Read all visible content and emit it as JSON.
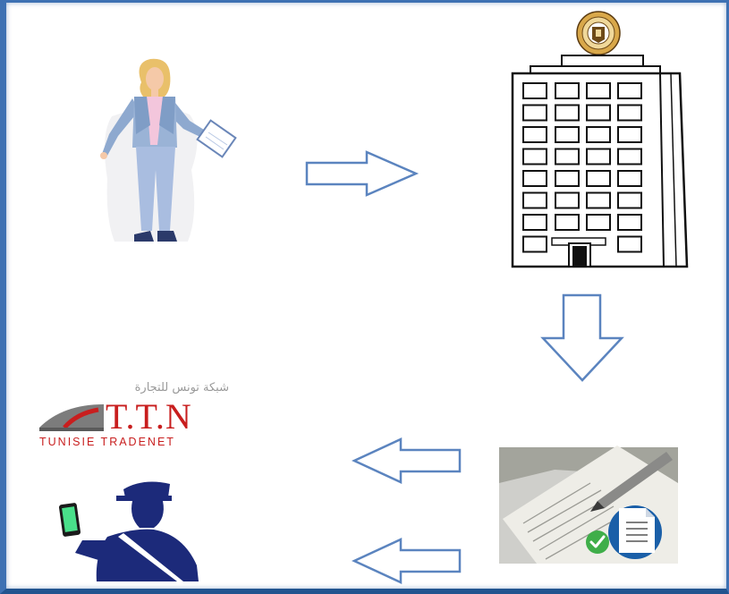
{
  "diagram": {
    "ttn_logo": {
      "arabic": "شبكة تونس للتجارة",
      "main": "T.T.N",
      "sub": "TUNISIE TRADENET"
    },
    "nodes": [
      {
        "id": "businesswoman",
        "icon": "businesswoman-with-document-icon"
      },
      {
        "id": "government-building",
        "icon": "office-building-with-seal-icon"
      },
      {
        "id": "signed-document",
        "icon": "signing-contract-approved-icon"
      },
      {
        "id": "ttn",
        "icon": "ttn-logo"
      },
      {
        "id": "customs-officer",
        "icon": "customs-officer-with-phone-icon"
      }
    ],
    "arrows": [
      {
        "from": "businesswoman",
        "to": "government-building",
        "direction": "right"
      },
      {
        "from": "government-building",
        "to": "signed-document",
        "direction": "down"
      },
      {
        "from": "signed-document",
        "to": "ttn",
        "direction": "left"
      },
      {
        "from": "signed-document",
        "to": "customs-officer",
        "direction": "left"
      }
    ],
    "colors": {
      "frame": "#3e71b3",
      "arrow_stroke": "#5b84bf",
      "ttn_red": "#c81e1e",
      "officer_navy": "#1c2a7a",
      "approved_green": "#3fae49"
    }
  }
}
